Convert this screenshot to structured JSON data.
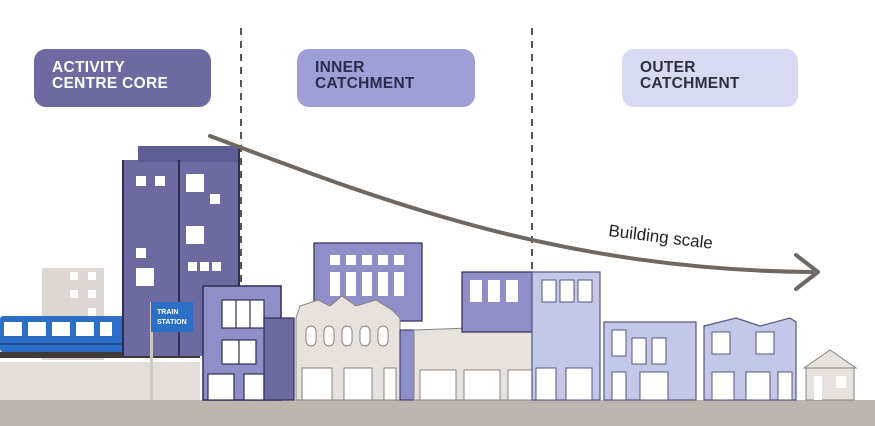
{
  "zones": [
    {
      "line1": "ACTIVITY",
      "line2": "CENTRE CORE"
    },
    {
      "line1": "INNER",
      "line2": "CATCHMENT"
    },
    {
      "line1": "OUTER",
      "line2": "CATCHMENT"
    }
  ],
  "arrow_label": "Building scale",
  "station_sign": {
    "line1": "TRAIN",
    "line2": "STATION"
  },
  "colors": {
    "core": "#6c6aa0",
    "inner": "#9d9fd6",
    "outer": "#d7daf2",
    "arrow": "#6f6862",
    "ground": "#bdb5b0",
    "train": "#2b6fc7",
    "beige": "#e7e2de"
  }
}
